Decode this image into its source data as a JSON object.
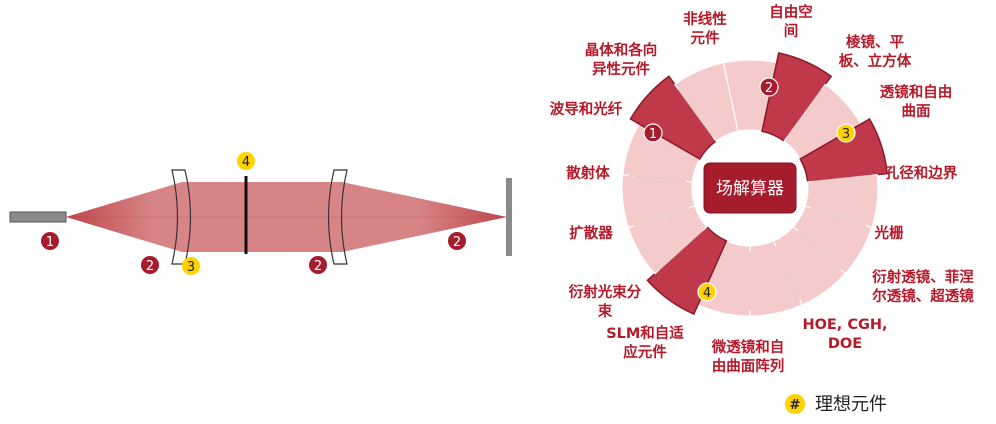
{
  "center_label": "场解算器",
  "legend": {
    "symbol": "#",
    "label": "理想元件"
  },
  "optical_badges": [
    "1",
    "2",
    "2",
    "2",
    "3",
    "4"
  ],
  "wheel_segments": [
    {
      "lines": [
        "非线性",
        "元件"
      ]
    },
    {
      "lines": [
        "自由空",
        "间"
      ],
      "badge": "2"
    },
    {
      "lines": [
        "棱镜、平",
        "板、立方体"
      ]
    },
    {
      "lines": [
        "透镜和自由",
        "曲面"
      ],
      "badge": "3"
    },
    {
      "lines": [
        "孔径和边界"
      ]
    },
    {
      "lines": [
        "光栅"
      ]
    },
    {
      "lines": [
        "衍射透镜、菲涅",
        "尔透镜、超透镜"
      ]
    },
    {
      "lines": [
        "HOE, CGH,",
        "DOE"
      ]
    },
    {
      "lines": [
        "微透镜和自",
        "由曲面阵列"
      ]
    },
    {
      "lines": [
        "SLM和自适",
        "应元件"
      ],
      "badge": "4"
    },
    {
      "lines": [
        "衍射光束分",
        "束"
      ]
    },
    {
      "lines": [
        "扩散器"
      ]
    },
    {
      "lines": [
        "散射体"
      ]
    },
    {
      "lines": [
        "波导和光纤"
      ],
      "badge": "1"
    },
    {
      "lines": [
        "晶体和各向",
        "异性元件"
      ]
    }
  ],
  "colors": {
    "dark_red": "#a51c2c",
    "segment_light": "#f4caca",
    "segment_dark": "#c0394a",
    "badge_yellow": "#ffd200",
    "label_red": "#b51a2a"
  }
}
